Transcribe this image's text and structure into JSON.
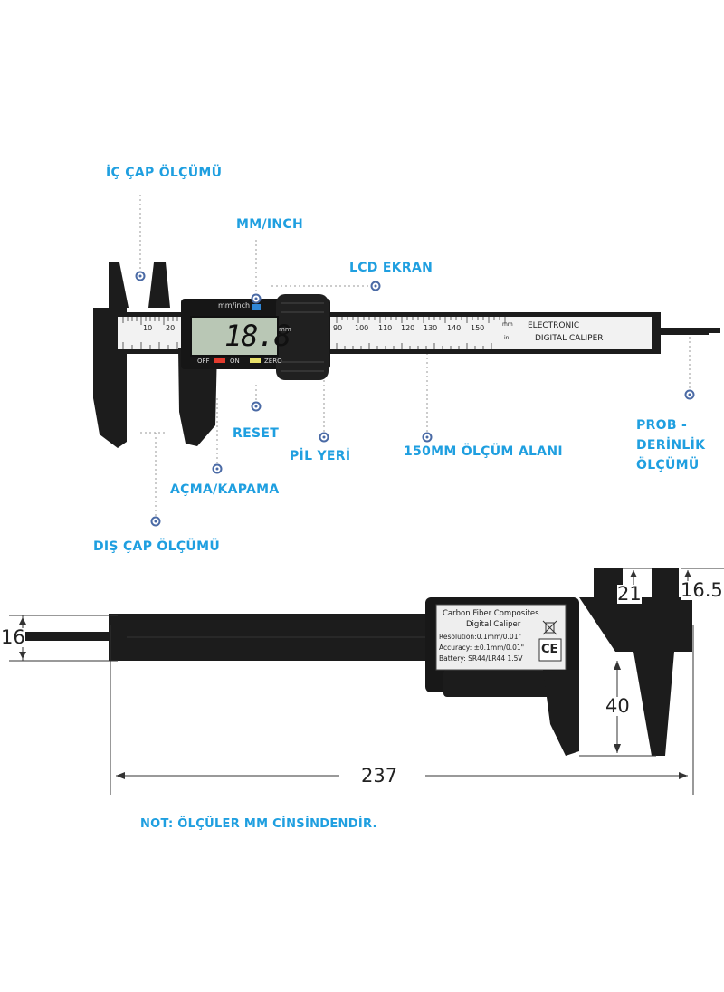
{
  "labels": {
    "ic_cap": "İÇ ÇAP ÖLÇÜMÜ",
    "mm_inch": "MM/INCH",
    "lcd_ekran": "LCD EKRAN",
    "reset": "RESET",
    "pil_yeri": "PİL YERİ",
    "olcum_alani": "150MM ÖLÇÜM ALANI",
    "prob_line1": "PROB -",
    "prob_line2": "DERİNLİK",
    "prob_line3": "ÖLÇÜMÜ",
    "acma_kapama": "AÇMA/KAPAMA",
    "dis_cap": "DIŞ ÇAP ÖLÇÜMÜ",
    "note": "NOT: ÖLÇÜLER MM CİNSİNDENDİR."
  },
  "caliper_top": {
    "display_value": "18.8",
    "display_unit": "mm",
    "unit_switch": "mm/inch",
    "btn_off": "OFF",
    "btn_on": "ON",
    "btn_zero": "ZERO",
    "beam_text1": "ELECTRONIC",
    "beam_text2": "DIGITAL CALIPER",
    "scale_unit_mm": "mm",
    "scale_unit_in": "in",
    "scale_numbers": [
      "90",
      "100",
      "110",
      "120",
      "130",
      "140",
      "150"
    ],
    "left_numbers": [
      "10",
      "20"
    ]
  },
  "caliper_bottom": {
    "label_line1": "Carbon Fiber Composites",
    "label_line2": "Digital Caliper",
    "label_line3": "Resolution:0.1mm/0.01\"",
    "label_line4": "Accuracy: ±0.1mm/0.01\"",
    "label_line5": "Battery: SR44/LR44 1.5V",
    "ce_mark": "CE"
  },
  "dimensions": {
    "d16": "16",
    "d21": "21",
    "d16_5": "16.5",
    "d40": "40",
    "d237": "237"
  },
  "colors": {
    "label_blue": "#1f9fe0",
    "body_black": "#1c1c1c",
    "lcd_green": "#b9c7b5"
  }
}
